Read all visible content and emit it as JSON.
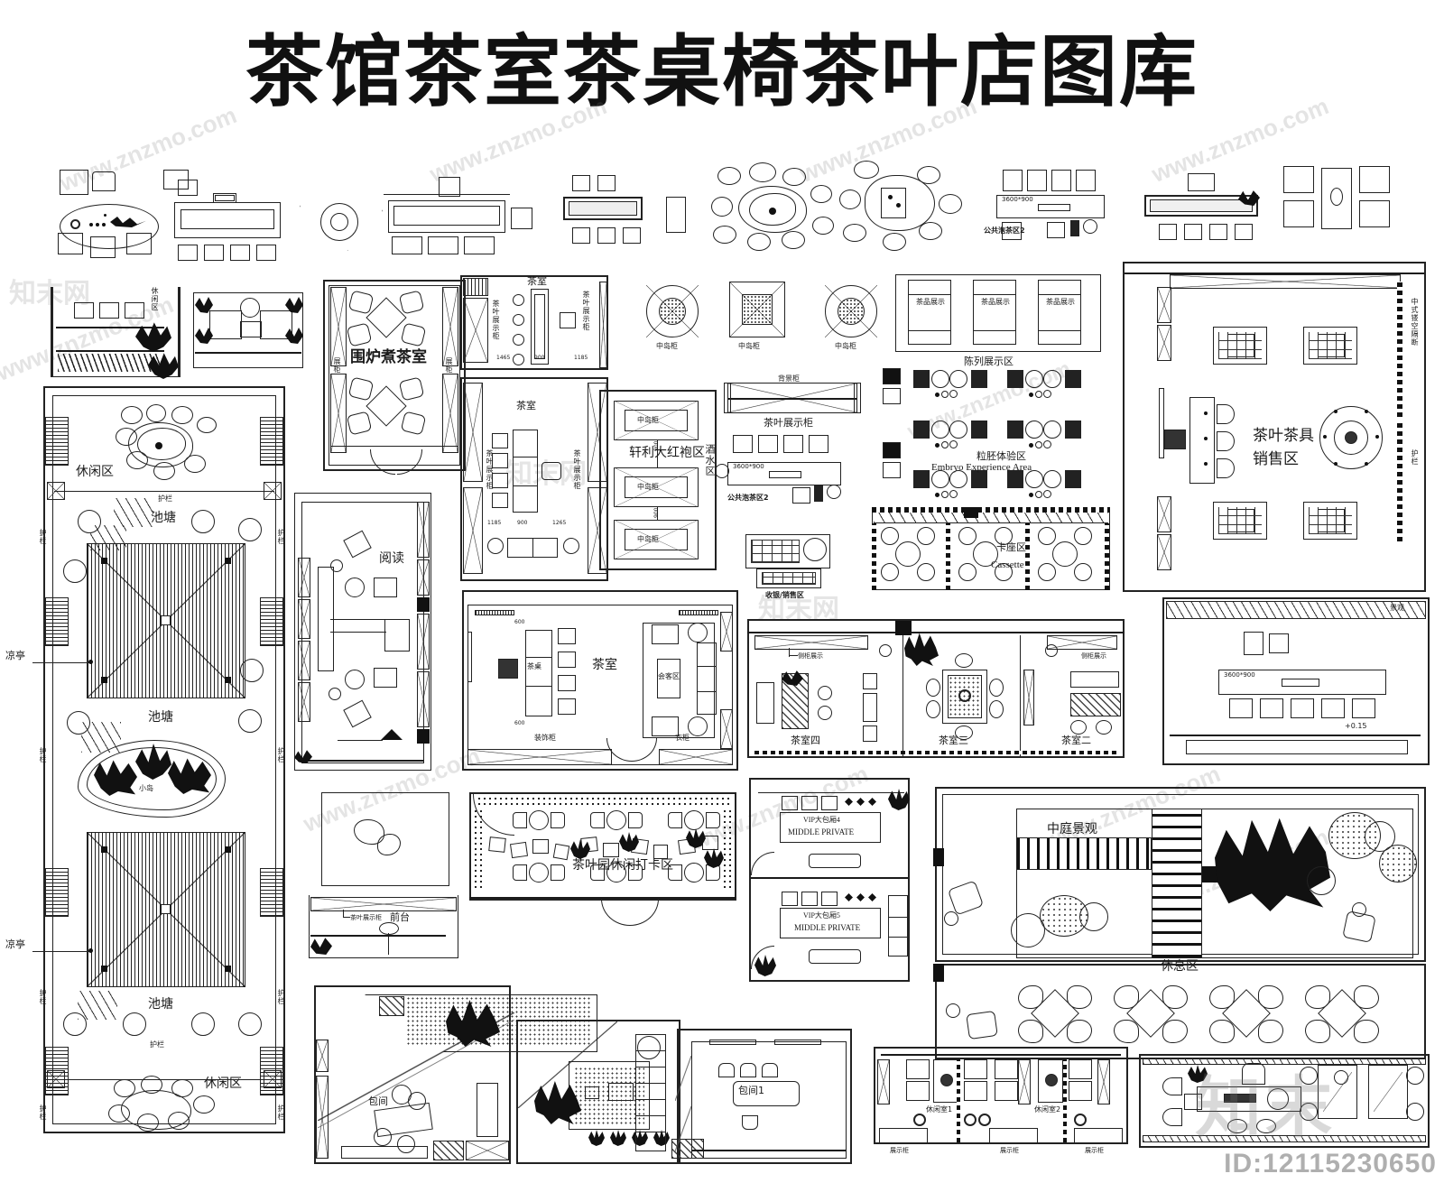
{
  "title": "茶馆茶室茶桌椅茶叶店图库",
  "watermark": {
    "site_en": "www.znzmo.com",
    "site_zh": "知末网",
    "id_label": "ID:12115230650",
    "big_zh": "知末"
  },
  "garden": {
    "leisure_top": "休闲区",
    "leisure_bottom": "休闲区",
    "pond_1": "池塘",
    "pond_2": "池塘",
    "pond_3": "池塘",
    "railing": "护栏",
    "pavilion_1": "凉亭",
    "pavilion_2": "凉亭",
    "small_island": "小岛"
  },
  "rooms": {
    "weilu_tea": "围炉煮茶室",
    "display_cab_short": "展柜",
    "tea_display_cabinet": "茶叶展示柜",
    "tea_room": "茶室",
    "reading": "阅读",
    "tea_table": "茶桌",
    "meeting_area": "会客区",
    "decor_cabinet": "装饰柜",
    "wardrobe": "衣柜",
    "front_desk": "前台",
    "center_island": "中岛柜",
    "xuanli_dahongpao": "轩利大红袍区",
    "drinks_area": "酒水区",
    "backdrop_cabinet": "背景柜",
    "tea_product_display": "茶品展示",
    "exhibit_area": "陈列展示区",
    "embryo_zh": "粒胚体验区",
    "embryo_en": "Embryo Experience Area",
    "booth_zh": "卡座区",
    "booth_en": "Cassette",
    "cashier_sales": "收银/销售区",
    "public_brewing_1": "公共泡茶区2",
    "public_brewing_2": "公共泡茶区2",
    "size_3600_900_a": "3600*900",
    "size_3600_900_b": "3600*900",
    "size_3600_900_c": "3600*900",
    "tea_room_4": "茶室四",
    "tea_room_3": "茶室三",
    "tea_room_2": "茶室二",
    "side_cabinet_display_a": "侧柜展示",
    "side_cabinet_display_b": "侧柜展示",
    "tea_garden_checkin": "茶叶园休闲打卡区",
    "vip4_zh": "VIP大包厢4",
    "vip4_en": "MIDDLE PRIVATE",
    "vip5_zh": "VIP大包厢5",
    "vip5_en": "MIDDLE PRIVATE",
    "courtyard_view": "中庭景观",
    "rest_area": "休息区",
    "landscape": "景观",
    "level_mark": "+0.15",
    "private_room": "包间",
    "private_room_1": "包间1",
    "leisure_room_1": "休闲室1",
    "leisure_room_2": "休闲室2",
    "display_cabinet_a": "展示柜",
    "display_cabinet_b": "展示柜",
    "display_cabinet_c": "展示柜",
    "tea_ware_sales": "茶叶茶具",
    "tea_ware_sales2": "销售区",
    "chinese_screen": "中式镂空隔断",
    "railing_right": "护栏",
    "railing_left": "护栏"
  },
  "dimensions": {
    "d1465": "1465",
    "d900a": "900",
    "d1165a": "1165",
    "d1185": "1185",
    "d900b": "900",
    "d1265": "1265",
    "d900c": "900",
    "d900d": "900",
    "d600a": "600",
    "d600b": "600"
  },
  "colors": {
    "ink": "#1a1a1a",
    "paper": "#ffffff",
    "watermark": "rgba(120,120,120,0.20)"
  }
}
